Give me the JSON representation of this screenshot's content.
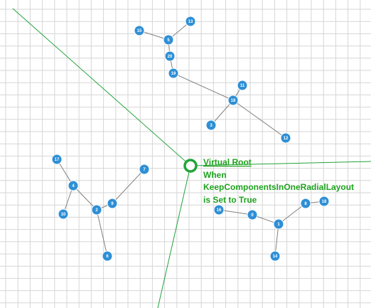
{
  "annotation": {
    "virtual_root": "Virtual Root",
    "line2": "When",
    "line3": "KeepComponentsInOneRadialLayout",
    "line4": "is Set to True"
  },
  "colors": {
    "grid": "#d6d6d6",
    "node_fill": "#2e8fd6",
    "node_stroke": "#ffffff",
    "edge": "#808080",
    "root_line": "#22a33a",
    "annotation_text": "#1ea21e"
  },
  "graph": {
    "nodes": [
      "15",
      "5",
      "13",
      "20",
      "19",
      "11",
      "18",
      "3",
      "12",
      "17",
      "4",
      "7",
      "10",
      "9",
      "2",
      "6",
      "16",
      "0",
      "8",
      "18",
      "1",
      "14"
    ],
    "edges": [
      [
        "15",
        "5"
      ],
      [
        "5",
        "13"
      ],
      [
        "5",
        "20"
      ],
      [
        "20",
        "19"
      ],
      [
        "19",
        "18a"
      ],
      [
        "11",
        "18a"
      ],
      [
        "18a",
        "3"
      ],
      [
        "18a",
        "12"
      ],
      [
        "17",
        "4"
      ],
      [
        "4",
        "10"
      ],
      [
        "4",
        "2"
      ],
      [
        "2",
        "9"
      ],
      [
        "9",
        "7"
      ],
      [
        "2",
        "6"
      ],
      [
        "16",
        "0"
      ],
      [
        "0",
        "1"
      ],
      [
        "1",
        "8"
      ],
      [
        "8",
        "18b"
      ],
      [
        "1",
        "14"
      ]
    ]
  }
}
